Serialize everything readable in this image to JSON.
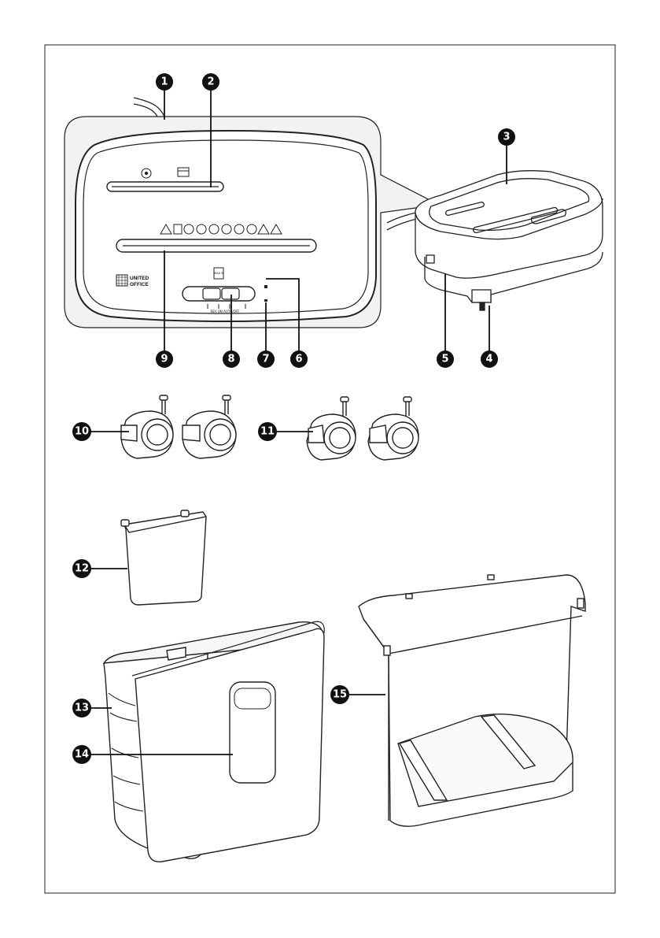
{
  "callouts": [
    {
      "id": 1,
      "label": "1"
    },
    {
      "id": 2,
      "label": "2"
    },
    {
      "id": 3,
      "label": "3"
    },
    {
      "id": 4,
      "label": "4"
    },
    {
      "id": 5,
      "label": "5"
    },
    {
      "id": 6,
      "label": "6"
    },
    {
      "id": 7,
      "label": "7"
    },
    {
      "id": 8,
      "label": "8"
    },
    {
      "id": 9,
      "label": "9"
    },
    {
      "id": 10,
      "label": "10"
    },
    {
      "id": 11,
      "label": "11"
    },
    {
      "id": 12,
      "label": "12"
    },
    {
      "id": 13,
      "label": "13"
    },
    {
      "id": 14,
      "label": "14"
    },
    {
      "id": 15,
      "label": "15"
    }
  ],
  "logo": {
    "line1": "UNITED",
    "line2": "OFFICE"
  },
  "switch_label": "REV  ON  AUTO/OFF",
  "max_sheets_label": "MAX 6"
}
